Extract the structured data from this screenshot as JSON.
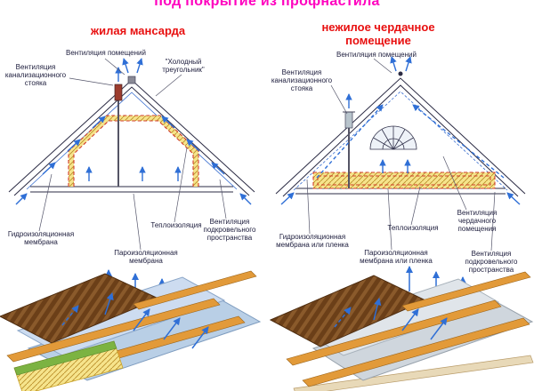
{
  "title": "под покрытие из профнастила",
  "colors": {
    "title": "#ff00bf",
    "heading": "#e80f0f",
    "label": "#1c1c3c",
    "arrow_blue": "#2f6fd6",
    "red_dashed": "#d23b2b",
    "insulation_yellow": "#f6e48c",
    "roof_brown": "#6b3f18",
    "batten_orange": "#e29a39",
    "membrane_blue": "#b9cfe6",
    "membrane_grey": "#cfd6dd"
  },
  "panels": {
    "left": {
      "heading": "жилая мансарда",
      "labels": {
        "vent_rooms": "Вентиляция помещений",
        "vent_sewer": "Вентиляция канализационного стояка",
        "cold_triangle": "\"Холодный треугольник\"",
        "hydro_membrane": "Гидроизоляционная мембрана",
        "vapor_membrane": "Пароизоляционная мембрана",
        "insulation": "Теплоизоляция",
        "underroof_vent": "Вентиляция подкровельного пространства"
      }
    },
    "right": {
      "heading": "нежилое чердачное помещение",
      "labels": {
        "vent_rooms": "Вентиляция помещений",
        "vent_sewer": "Вентиляция канализационного стояка",
        "hydro_membrane": "Гидроизоляционная мембрана или пленка",
        "vapor_membrane": "Пароизоляционная мембрана или пленка",
        "insulation": "Теплоизоляция",
        "attic_vent": "Вентиляция чердачного помещения",
        "underroof_vent": "Вентиляция подкровельного пространства"
      }
    }
  }
}
